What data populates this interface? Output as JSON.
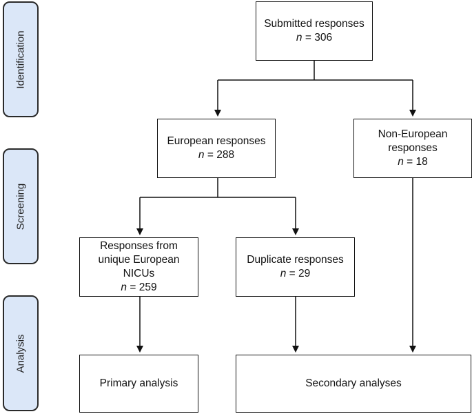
{
  "phases": [
    {
      "id": "identification",
      "label": "Identification"
    },
    {
      "id": "screening",
      "label": "Screening"
    },
    {
      "id": "analysis",
      "label": "Analysis"
    }
  ],
  "nodes": {
    "submitted": {
      "lines": [
        "Submitted responses"
      ],
      "n_symbol": "n",
      "n_value": "= 306"
    },
    "european": {
      "lines": [
        "European responses"
      ],
      "n_symbol": "n",
      "n_value": "= 288"
    },
    "non_european": {
      "lines": [
        "Non-European",
        "responses"
      ],
      "n_symbol": "n",
      "n_value": "= 18"
    },
    "unique": {
      "lines": [
        "Responses from",
        "unique European",
        "NICUs"
      ],
      "n_symbol": "n",
      "n_value": "= 259"
    },
    "duplicate": {
      "lines": [
        "Duplicate responses"
      ],
      "n_symbol": "n",
      "n_value": "= 29"
    },
    "primary": {
      "lines": [
        "Primary analysis"
      ]
    },
    "secondary": {
      "lines": [
        "Secondary analyses"
      ]
    }
  }
}
